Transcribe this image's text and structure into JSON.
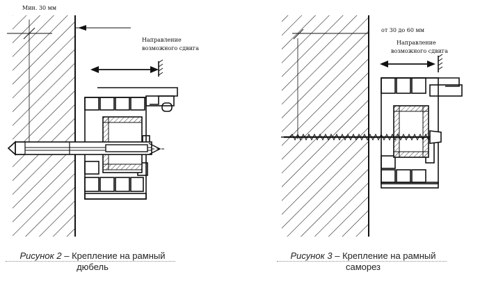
{
  "figure_left": {
    "dimension_label": "Мин. 30 мм",
    "direction_label_line1": "Направление",
    "direction_label_line2": "возможного сдвига"
  },
  "figure_right": {
    "dimension_label": "от 30 до 60 мм",
    "direction_label_line1": "Направление",
    "direction_label_line2": "возможного сдвига"
  },
  "captions": {
    "left": {
      "number": "Рисунок 2",
      "dash": " – ",
      "text": "Крепление на рамный",
      "text2": "дюбель"
    },
    "right": {
      "number": "Рисунок 3",
      "dash": " – ",
      "text": "Крепление на рамный",
      "text2": "саморез"
    }
  }
}
